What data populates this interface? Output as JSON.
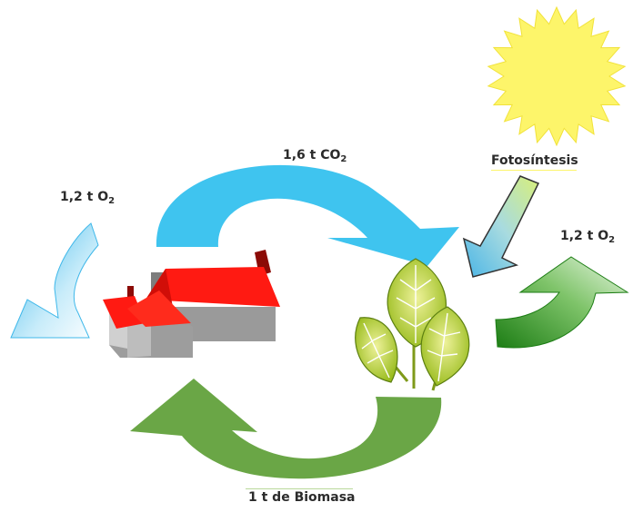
{
  "labels": {
    "co2_top": {
      "prefix": "1,6 t CO",
      "sub": "2"
    },
    "o2_left": {
      "prefix": "1,2 t O",
      "sub": "2"
    },
    "o2_right": {
      "prefix": "1,2 t O",
      "sub": "2"
    },
    "photosynthesis": "Fotosíntesis",
    "biomass": "1 t de Biomasa"
  },
  "colors": {
    "co2_arrow": "#3fc4ef",
    "o2_left_arrow": "#4cc3ef",
    "o2_right_arrow": "#2e8b1e",
    "biomass_arrow": "#6aa646",
    "sun": "#fdf56a",
    "roof": "#ff1a12",
    "wall": "#9a9a9a",
    "leaf": "#b7cf2a"
  },
  "icons": [
    "sun-icon",
    "house-icon",
    "tree-leaves-icon",
    "photosynthesis-arrow-icon"
  ]
}
